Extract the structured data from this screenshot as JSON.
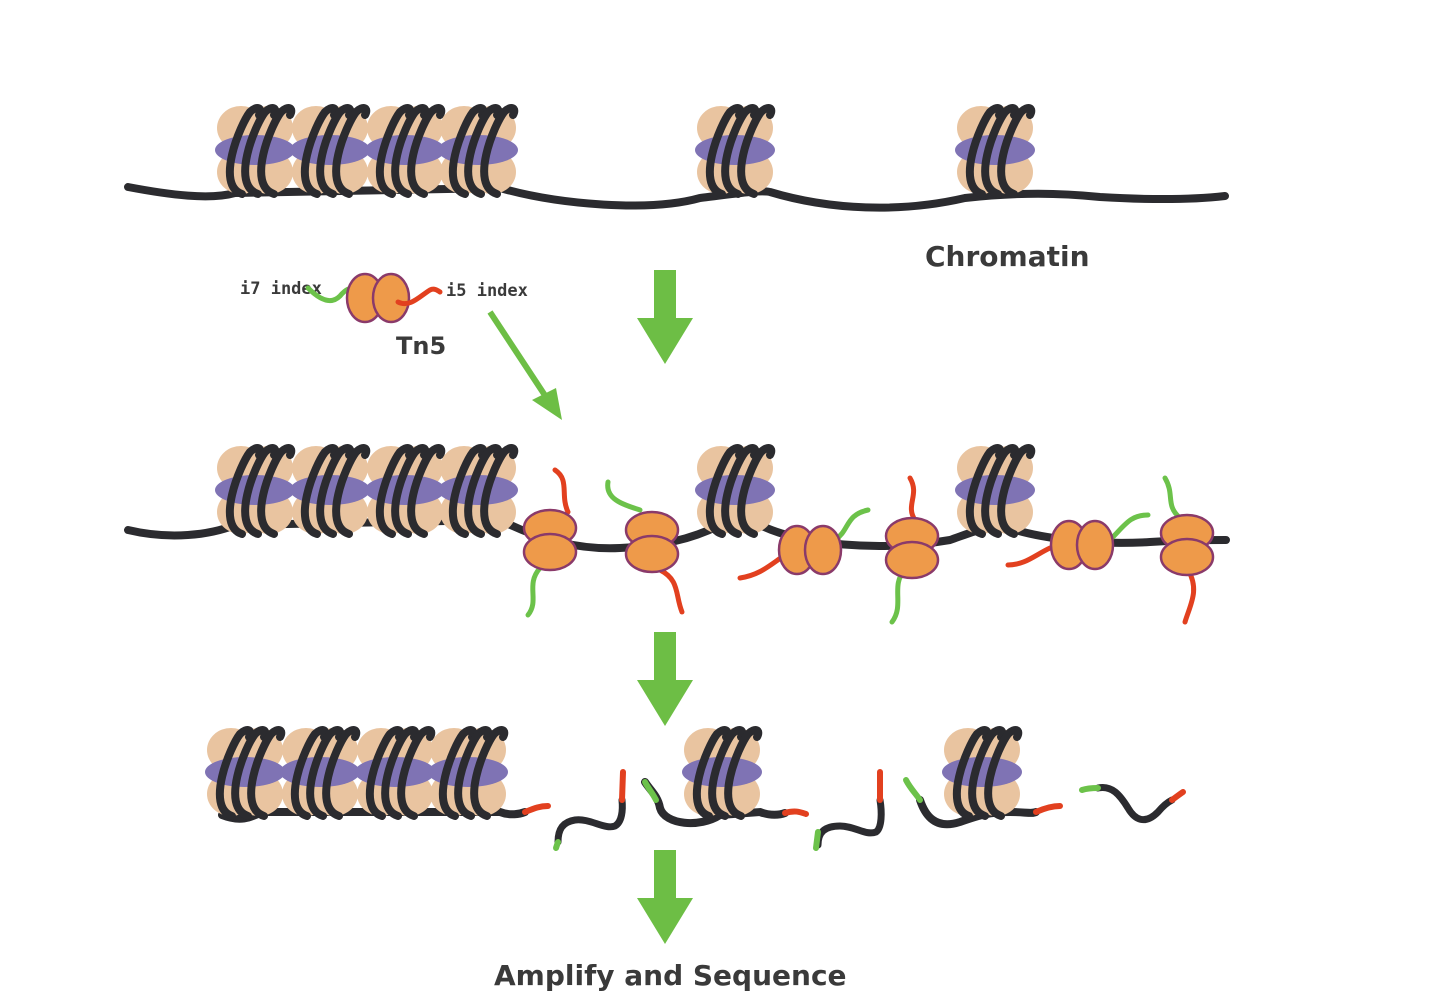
{
  "labels": {
    "chromatin": "Chromatin",
    "i7_index": "i7 index",
    "i5_index": "i5 index",
    "tn5": "Tn5",
    "final_step": "Amplify and Sequence"
  },
  "colors": {
    "dna": "#2b2b2f",
    "histone_core": "#e9c4a0",
    "histone_band": "#7f73b4",
    "tn5_fill": "#ee9a4a",
    "tn5_stroke": "#8a3a6a",
    "i7_adapter": "#6cc24a",
    "i5_adapter": "#e2401f",
    "arrow": "#6dbe45",
    "label_text": "#3a3a3a"
  },
  "icons": {
    "nucleosome": "nucleosome-icon",
    "tn5": "tn5-transposase-icon",
    "arrow": "down-arrow-icon"
  }
}
